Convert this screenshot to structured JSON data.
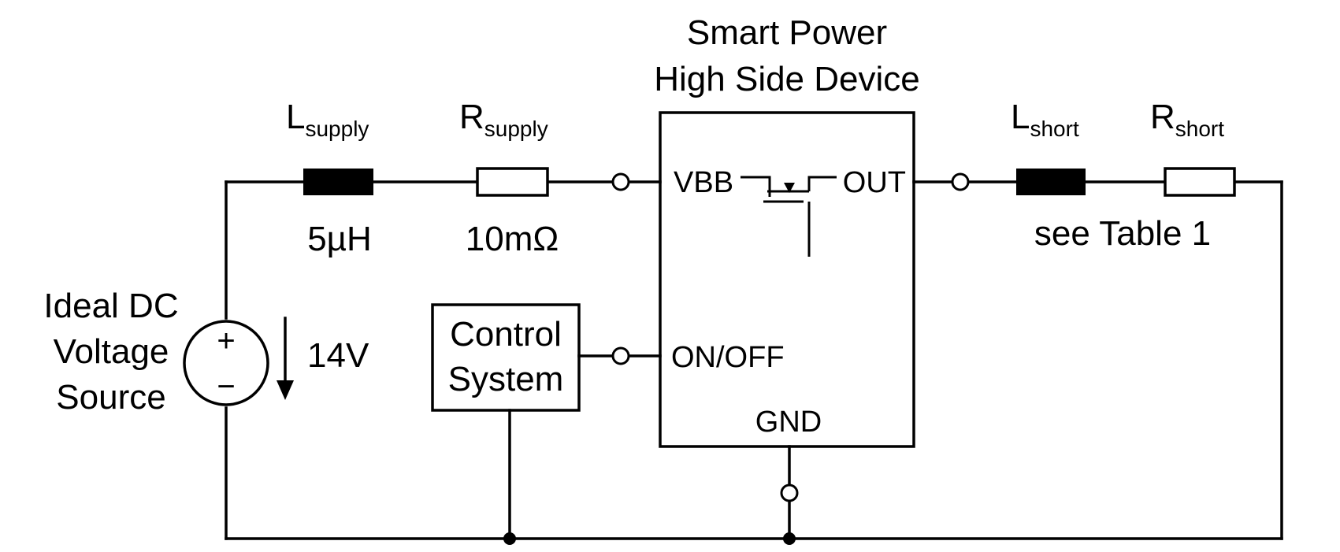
{
  "device": {
    "title_line1": "Smart Power",
    "title_line2": "High Side Device",
    "pin_vbb": "VBB",
    "pin_out": "OUT",
    "pin_onoff": "ON/OFF",
    "pin_gnd": "GND"
  },
  "supply_inductor": {
    "symbol": "L",
    "subscript": "supply",
    "value": "5µH"
  },
  "supply_resistor": {
    "symbol": "R",
    "subscript": "supply",
    "value": "10mΩ"
  },
  "short_inductor": {
    "symbol": "L",
    "subscript": "short"
  },
  "short_resistor": {
    "symbol": "R",
    "subscript": "short"
  },
  "short_value": "see Table 1",
  "source": {
    "label_line1": "Ideal DC",
    "label_line2": "Voltage",
    "label_line3": "Source",
    "plus": "+",
    "minus": "−",
    "voltage": "14V"
  },
  "control": {
    "label_line1": "Control",
    "label_line2": "System"
  }
}
